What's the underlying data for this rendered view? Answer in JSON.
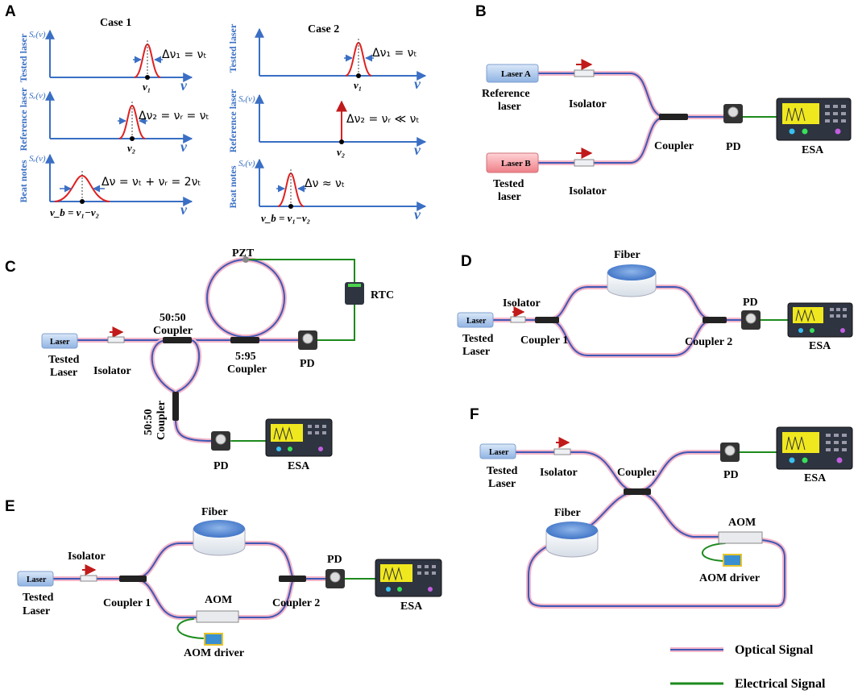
{
  "panels": {
    "a": {
      "label": "A",
      "case1_title": "Case 1",
      "case2_title": "Case 2",
      "y_axis_label": "Sₑ(ν)",
      "x_axis_label": "ν",
      "row_labels": [
        "Tested laser",
        "Reference laser",
        "Beat notes"
      ],
      "case1": {
        "tested_eq": "Δν₁ = νₜ",
        "tested_peak": "ν₁",
        "ref_eq": "Δν₂ = νᵣ = νₜ",
        "ref_peak": "ν₂",
        "beat_eq": "Δν = νₜ + νᵣ = 2νₜ",
        "beat_peak": "ν_b = ν₁−ν₂"
      },
      "case2": {
        "tested_eq": "Δν₁ = νₜ",
        "tested_peak": "ν₁",
        "ref_eq": "Δν₂ = νᵣ ≪ νₜ",
        "ref_peak": "ν₂",
        "beat_eq": "Δν ≈ νₜ",
        "beat_peak": "ν_b = ν₁−ν₂"
      }
    },
    "b": {
      "label": "B",
      "laser_a": "Laser A",
      "laser_a_caption": [
        "Reference",
        "laser"
      ],
      "laser_b": "Laser B",
      "laser_b_caption": [
        "Tested",
        "laser"
      ],
      "isolator_1": "Isolator",
      "isolator_2": "Isolator",
      "coupler": "Coupler",
      "pd": "PD",
      "esa": "ESA"
    },
    "c": {
      "label": "C",
      "laser": "Laser",
      "laser_caption": [
        "Tested",
        "Laser"
      ],
      "isolator": "Isolator",
      "coupler_5050_a": [
        "50:50",
        "Coupler"
      ],
      "coupler_595": [
        "5:95",
        "Coupler"
      ],
      "coupler_5050_b": [
        "50:50",
        "Coupler"
      ],
      "pzt": "PZT",
      "rtc": "RTC",
      "pd_1": "PD",
      "pd_2": "PD",
      "esa": "ESA"
    },
    "d": {
      "label": "D",
      "fiber": "Fiber",
      "laser": "Laser",
      "laser_caption": [
        "Tested",
        "Laser"
      ],
      "isolator": "Isolator",
      "coupler_1": "Coupler 1",
      "coupler_2": "Coupler 2",
      "pd": "PD",
      "esa": "ESA"
    },
    "e": {
      "label": "E",
      "fiber": "Fiber",
      "laser": "Laser",
      "laser_caption": [
        "Tested",
        "Laser"
      ],
      "isolator": "Isolator",
      "coupler_1": "Coupler 1",
      "coupler_2": "Coupler 2",
      "aom": "AOM",
      "aom_driver": "AOM driver",
      "pd": "PD",
      "esa": "ESA"
    },
    "f": {
      "label": "F",
      "laser": "Laser",
      "laser_caption": [
        "Tested",
        "Laser"
      ],
      "isolator": "Isolator",
      "coupler": "Coupler",
      "fiber": "Fiber",
      "aom": "AOM",
      "aom_driver": "AOM driver",
      "pd": "PD",
      "esa": "ESA"
    }
  },
  "legend": {
    "optical": "Optical Signal",
    "electrical": "Electrical Signal"
  },
  "colors": {
    "optical_line": "#3f58b5",
    "optical_glow": "#f4b6c9",
    "electrical_line": "#1d8a1d",
    "axis_blue": "#3a6fc4",
    "peak_red": "#e02020",
    "reference_laser": "#b9d1ef",
    "tested_laser_b": "#f6a3a8",
    "esa_screen": "#f0e81e"
  }
}
